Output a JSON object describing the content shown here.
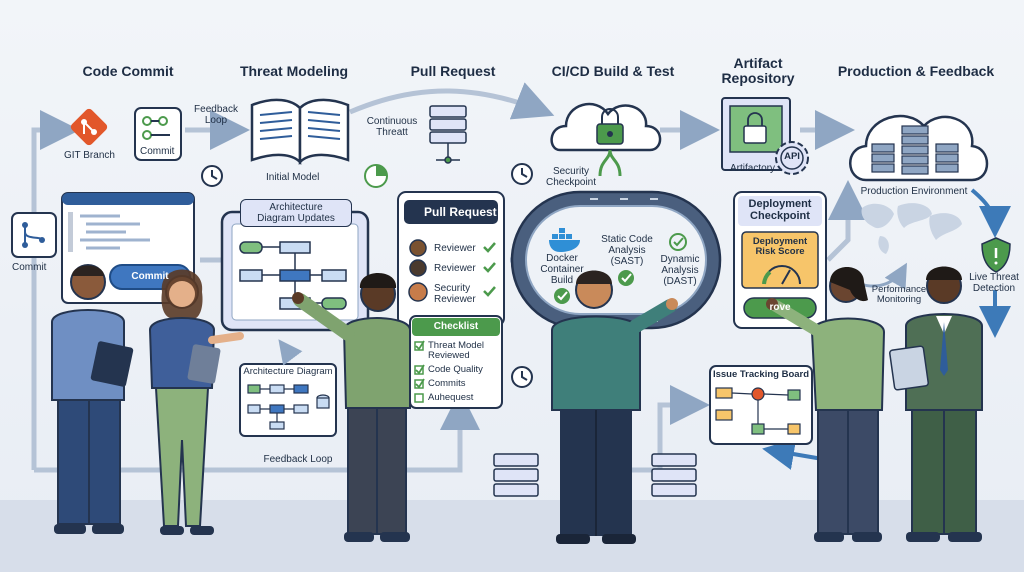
{
  "stages": [
    {
      "title": "Code Commit"
    },
    {
      "title": "Threat Modeling"
    },
    {
      "title": "Pull Request"
    },
    {
      "title": "CI/CD Build & Test"
    },
    {
      "title": "Artifact\nRepository"
    },
    {
      "title": "Production & Feedback"
    }
  ],
  "labels": {
    "git_branch": "GIT Branch",
    "commit_small": "Commit",
    "commit_left": "Commit",
    "commit_button": "Commit",
    "feedback_loop_top": "Feedback\nLoop",
    "initial_model": "Initial Model",
    "arch_updates": "Architecture\nDiagram Updates",
    "arch_diagram": "Architecture Diagram",
    "continuous_threat": "Continuous\nThreatt",
    "pr_title": "Pull Request",
    "reviewers": [
      "Reviewer",
      "Reviewer",
      "Security\nReviewer"
    ],
    "checklist_title": "Checklist",
    "checklist_items": [
      "Threat Model\nReviewed",
      "Code Quality",
      "Commits",
      "Auhequest"
    ],
    "security_checkpoint": "Security\nCheckpoint",
    "docker": "Docker\nContainer\nBuild",
    "sast": "Static Code\nAnalysis\n(SAST)",
    "dast": "Dynamic\nAnalysis\n(DAST)",
    "artifactory": "Artifactory",
    "api": "API",
    "deployment_checkpoint": "Deployment\nCheckpoint",
    "risk_score": "Deployment\nRisk Score",
    "approve_button": "rove",
    "production_env": "Production Environment",
    "live_threat": "Live Threat\nDetection",
    "performance_monitoring": "Performance\nMonitoring",
    "issue_board": "Issue Tracking Board",
    "feedback_loop_bottom": "Feedback Loop"
  },
  "colors": {
    "navy": "#24344f",
    "blue": "#2f5d9a",
    "light_blue": "#c9dcf3",
    "green": "#4c9a4c",
    "orange": "#f0a040",
    "git_orange": "#e2572b",
    "purple_panel": "#dfe4f7"
  }
}
